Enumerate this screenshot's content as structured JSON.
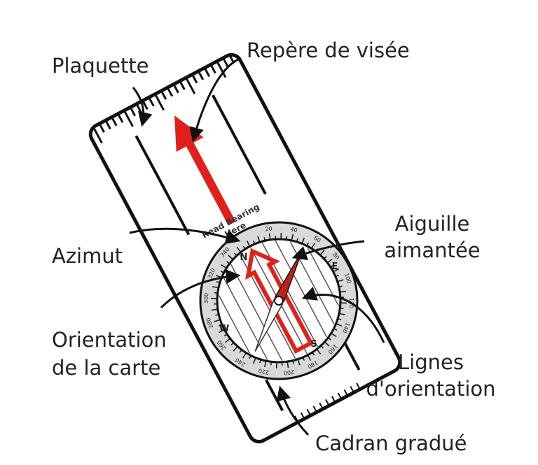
{
  "labels": {
    "plaquette": "Plaquette",
    "repere_de_visee": "Repère de visée",
    "aiguille_aimantee_line1": "Aiguille",
    "aiguille_aimantee_line2": "aimantée",
    "azimut": "Azimut",
    "orientation_carte_line1": "Orientation",
    "orientation_carte_line2": "de la carte",
    "lignes_orientation_line1": "Lignes",
    "lignes_orientation_line2": "d'orientation",
    "cadran_gradue": "Cadran gradué"
  },
  "baseplate_text": {
    "line1": "Read Bearing",
    "line2": "Here"
  },
  "dial": {
    "degree_labels": [
      "20",
      "40",
      "60",
      "80",
      "100",
      "120",
      "140",
      "160",
      "180",
      "200",
      "220",
      "240",
      "260",
      "280",
      "300",
      "320",
      "340"
    ],
    "cardinals": [
      "N",
      "E",
      "S",
      "W"
    ]
  },
  "colors": {
    "arrow": "#e0201b",
    "outline": "#111111",
    "bezel_fill": "#d9d9d9",
    "label_text": "#222222"
  }
}
